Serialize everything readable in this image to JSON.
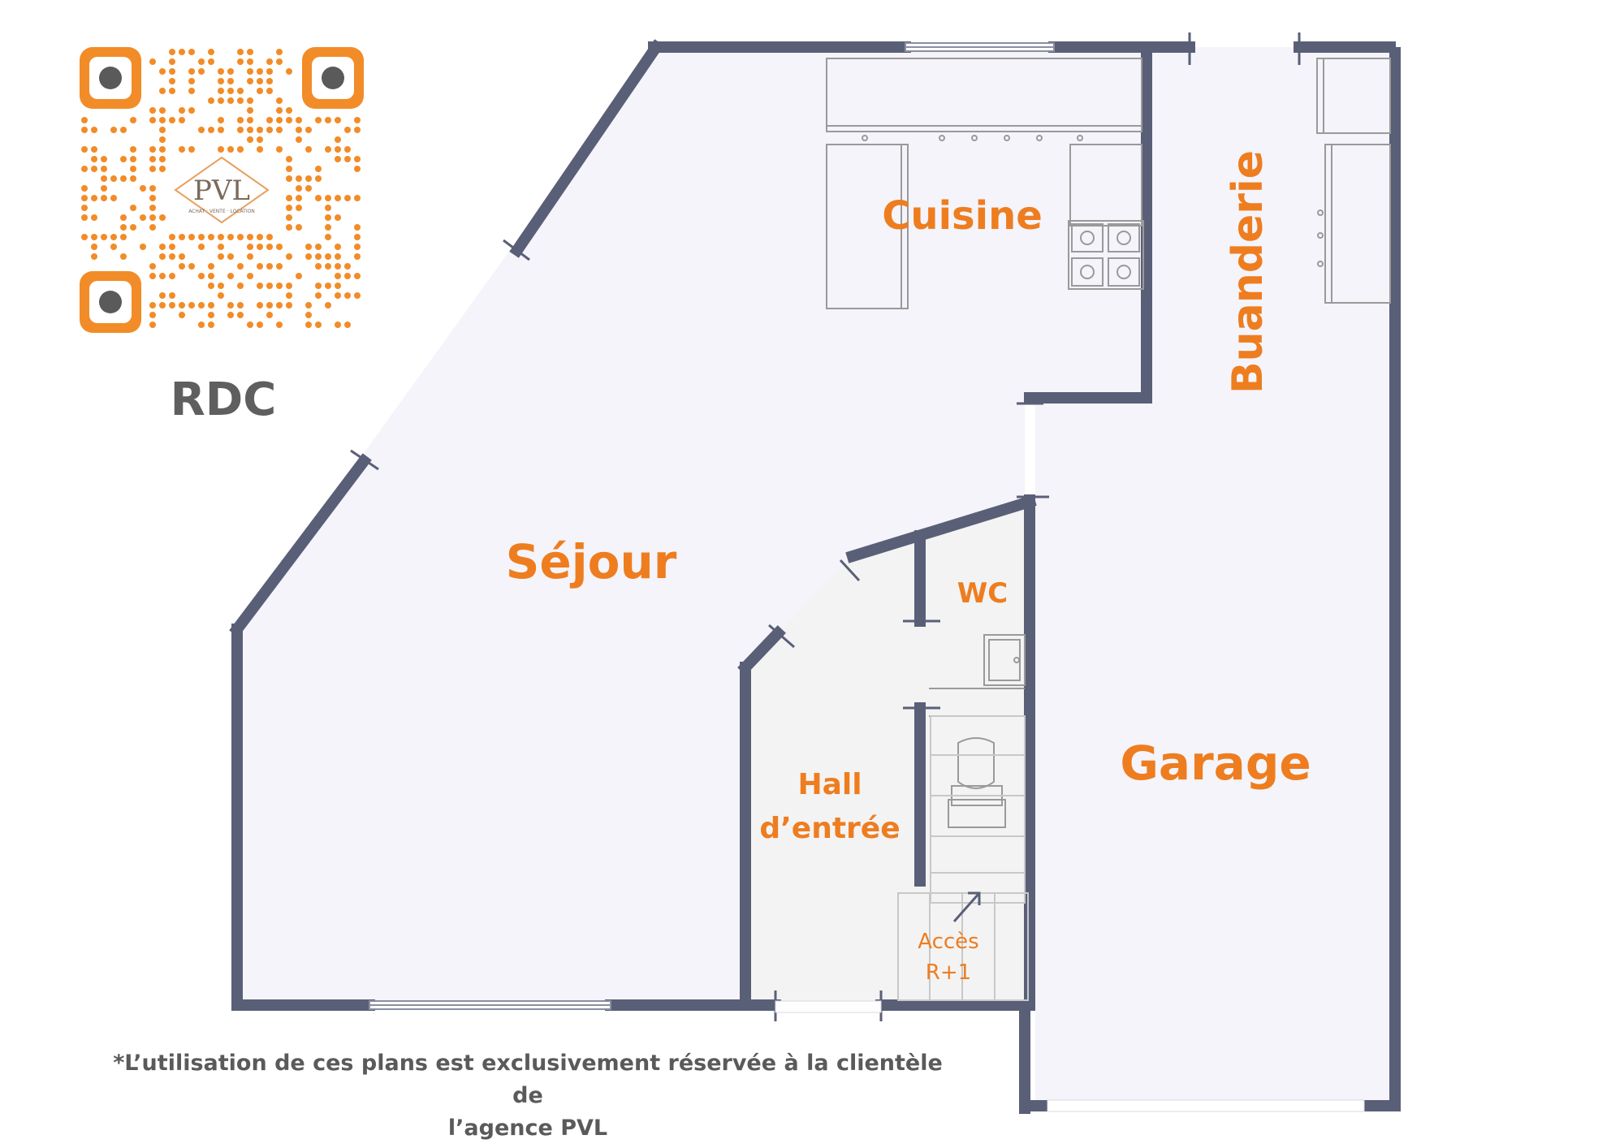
{
  "level": "RDC",
  "logo": {
    "text": "PVL",
    "subtext": "ACHAT · VENTE · LOCATION",
    "color": "#f28c28"
  },
  "rooms": {
    "cuisine": "Cuisine",
    "buanderie": "Buanderie",
    "sejour": "Séjour",
    "wc": "WC",
    "hall_line1": "Hall",
    "hall_line2": "d’entrée",
    "garage": "Garage",
    "acces_line1": "Accès",
    "acces_line2": "R+1"
  },
  "footnote": {
    "line1": "*L’utilisation de ces plans est exclusivement réservée à la clientèle de",
    "line2": "l’agence PVL"
  },
  "colors": {
    "wall": "#5a5f78",
    "floor": "#f4f4fa",
    "hall_floor": "#f3f3f3",
    "label": "#ee7d1f",
    "fixture": "#9a9a9a"
  }
}
